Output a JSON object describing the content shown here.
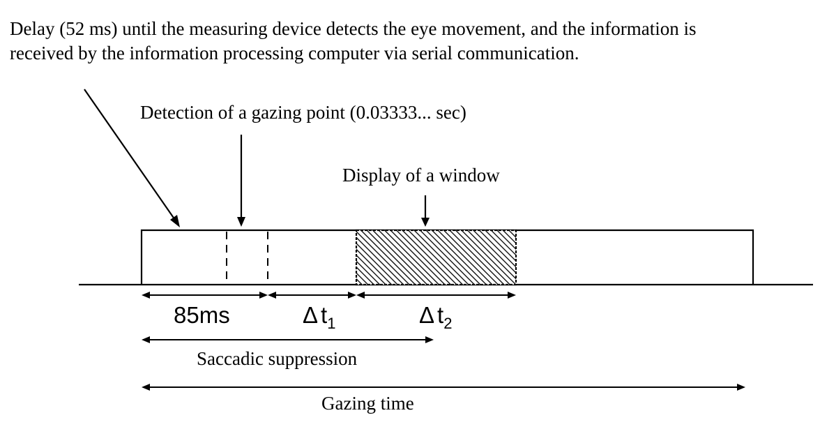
{
  "caption": {
    "line1": "Delay (52 ms) until the measuring device detects the eye movement, and the information is",
    "line2": "received by the information processing computer via serial communication."
  },
  "labels": {
    "detection": "Detection of a gazing point (0.03333... sec)",
    "display_window": "Display of a window",
    "interval_85": "85ms",
    "delta": "Δ",
    "t": "t",
    "sub1": "1",
    "sub2": "2",
    "saccadic": "Saccadic suppression",
    "gazing": "Gazing time"
  }
}
